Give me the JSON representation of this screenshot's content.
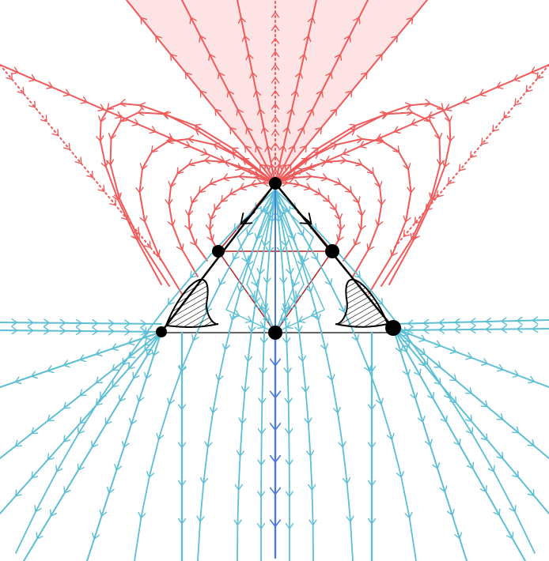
{
  "diagram": {
    "colors": {
      "repelling": "#ef5a5a",
      "repelling_dark": "#b32020",
      "repelling_fill": "#fde3e3",
      "attracting": "#5cbfd4",
      "attracting_axis": "#4a78e0",
      "node": "#000000",
      "outline": "#000000"
    },
    "nodes": [
      {
        "id": "apex",
        "label": ""
      },
      {
        "id": "upper-left",
        "label": ""
      },
      {
        "id": "upper-right",
        "label": ""
      },
      {
        "id": "bottom-left",
        "label": ""
      },
      {
        "id": "bottom-center",
        "label": ""
      },
      {
        "id": "bottom-right",
        "label": ""
      }
    ],
    "icons": {
      "node": "filled-circle-icon",
      "arrow": "chevron-arrow-icon"
    }
  }
}
